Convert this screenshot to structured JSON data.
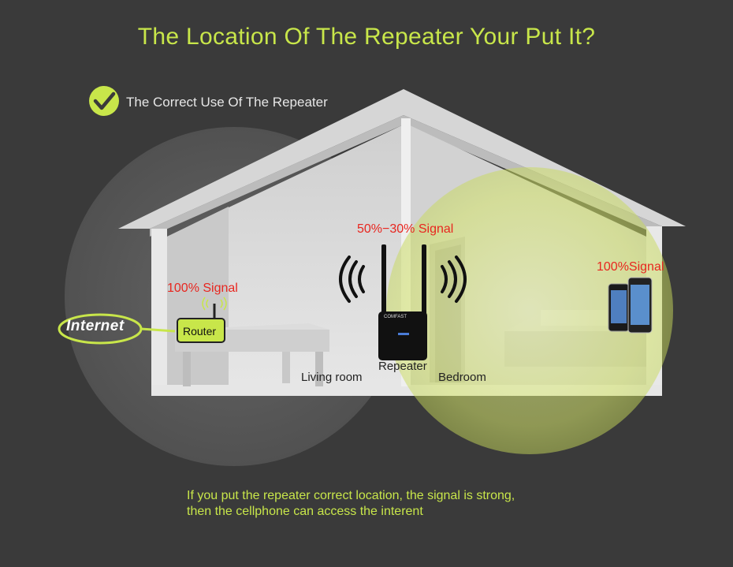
{
  "title": "The Location Of The Repeater Your Put It?",
  "subtitle": "The Correct Use Of The Repeater",
  "labels": {
    "router_signal": "100% Signal",
    "repeater_signal": "50%−30% Signal",
    "phone_signal": "100%Signal",
    "internet": "Internet",
    "router": "Router",
    "repeater": "Repeater",
    "repeater_brand": "COMFAST",
    "living_room": "Living room",
    "bedroom": "Bedroom"
  },
  "footer": {
    "line1": "If you put the repeater correct location, the signal is strong,",
    "line2": "then the cellphone can access the interent"
  },
  "colors": {
    "background": "#3a3a3a",
    "accent": "#c8e64a",
    "signal_text": "#e8261f",
    "house": "#d9d9d9"
  },
  "icons": [
    "check-icon",
    "wifi-waves-icon",
    "router-icon",
    "repeater-icon",
    "smartphone-icon"
  ]
}
